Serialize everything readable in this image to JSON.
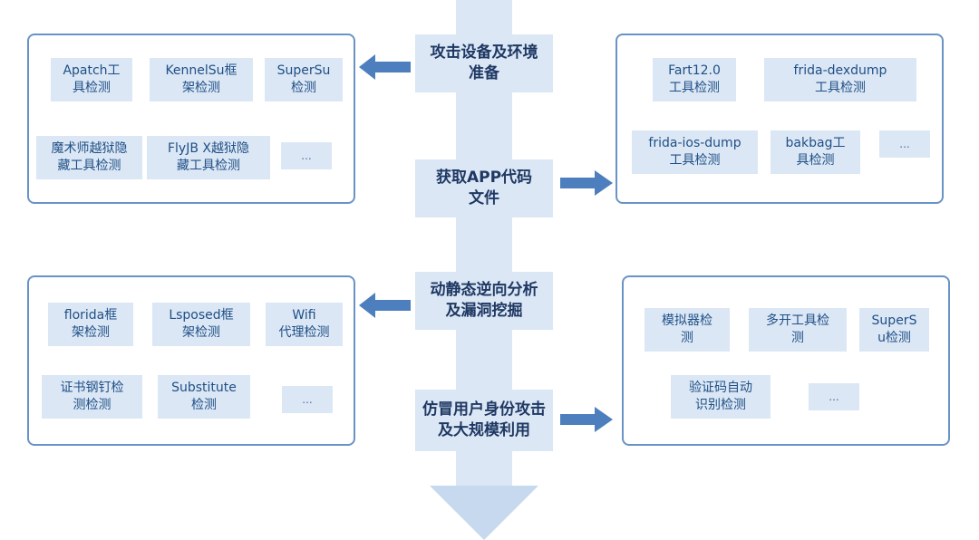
{
  "colors": {
    "spine": "#dbe7f5",
    "arrow_head": "#c7d9ee",
    "connector": "#4d7fbe",
    "panel_border": "#6a93c5",
    "chip_fill": "#dbe7f5",
    "chip_text": "#1f4f86",
    "step_text": "#1f3863"
  },
  "steps": [
    {
      "line1": "攻击设备及环境",
      "line2": "准备"
    },
    {
      "line1": "获取APP代码",
      "line2": "文件"
    },
    {
      "line1": "动静态逆向分析",
      "line2": "及漏洞挖掘"
    },
    {
      "line1": "仿冒用户身份攻击",
      "line2": "及大规模利用"
    }
  ],
  "panel_top_left": {
    "apatch": {
      "line1": "Apatch工",
      "line2": "具检测"
    },
    "kennelsu": {
      "line1": "KennelSu框",
      "line2": "架检测"
    },
    "supersu": {
      "line1": "SuperSu",
      "line2": "检测"
    },
    "magician": {
      "line1": "魔术师越狱隐",
      "line2": "藏工具检测"
    },
    "flyjb": {
      "line1": "FlyJB X越狱隐",
      "line2": "藏工具检测"
    },
    "more": "..."
  },
  "panel_top_right": {
    "fart": {
      "line1": "Fart12.0",
      "line2": "工具检测"
    },
    "dexdump": {
      "line1": "frida-dexdump",
      "line2": "工具检测"
    },
    "iosdump": {
      "line1": "frida-ios-dump",
      "line2": "工具检测"
    },
    "bakbag": {
      "line1": "bakbag工",
      "line2": "具检测"
    },
    "more": "..."
  },
  "panel_bottom_left": {
    "florida": {
      "line1": "florida框",
      "line2": "架检测"
    },
    "lsposed": {
      "line1": "Lsposed框",
      "line2": "架检测"
    },
    "wifi": {
      "line1": "Wifi",
      "line2": "代理检测"
    },
    "pinning": {
      "line1": "证书钢钉检",
      "line2": "测检测"
    },
    "substitute": {
      "line1": "Substitute",
      "line2": "检测"
    },
    "more": "..."
  },
  "panel_bottom_right": {
    "emulator": {
      "line1": "模拟器检",
      "line2": "测"
    },
    "multiopen": {
      "line1": "多开工具检",
      "line2": "测"
    },
    "supersu": {
      "line1": "SuperS",
      "line2": "u检测"
    },
    "captcha": {
      "line1": "验证码自动",
      "line2": "识别检测"
    },
    "more": "..."
  }
}
